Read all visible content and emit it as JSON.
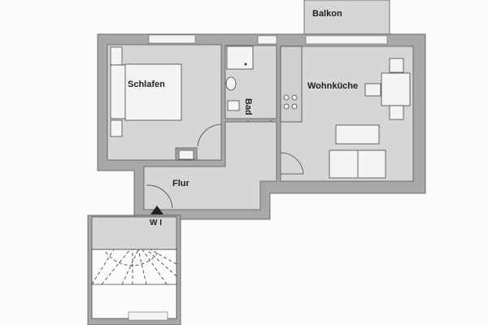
{
  "rooms": {
    "balcony": "Balkon",
    "bedroom": "Schlafen",
    "bathroom": "Bad",
    "kitchen_living": "Wohnküche",
    "hallway": "Flur"
  },
  "entrance_label": "W I",
  "colors": {
    "wall": "#a8a8a8",
    "room": "#d6d6d6",
    "furniture": "#f4f4f4"
  }
}
